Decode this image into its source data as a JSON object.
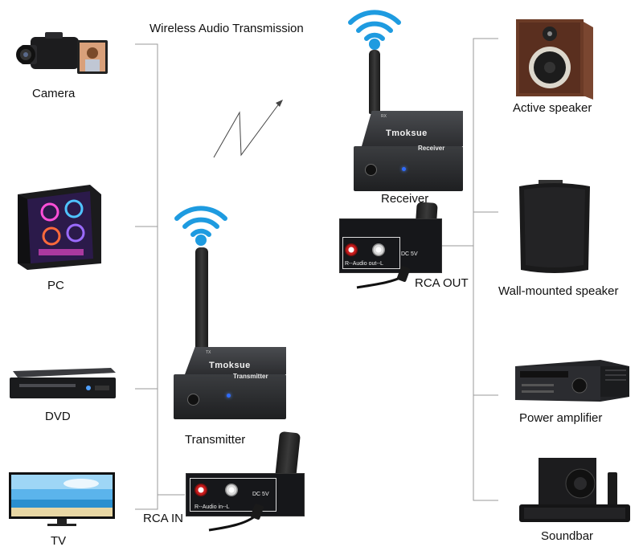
{
  "title": "Wireless Audio Transmission",
  "sources": {
    "camera": "Camera",
    "pc": "PC",
    "dvd": "DVD",
    "tv": "TV"
  },
  "outputs": {
    "active_speaker": "Active speaker",
    "wall_speaker": "Wall-mounted speaker",
    "power_amplifier": "Power amplifier",
    "soundbar": "Soundbar"
  },
  "transmitter": {
    "label": "Transmitter",
    "brand": "Tmoksue",
    "device_text": "Transmitter",
    "tag": "TX",
    "panel_port": "R--Audio in--L",
    "panel_dc": "DC 5V",
    "rca_label": "RCA IN"
  },
  "receiver": {
    "label": "Receiver",
    "brand": "Tmoksue",
    "device_text": "Receiver",
    "tag": "RX",
    "panel_port": "R--Audio out--L",
    "panel_dc": "DC 5V",
    "rca_label": "RCA OUT"
  },
  "colors": {
    "wifi_blue": "#1e9be0",
    "device_black": "#222326",
    "line_gray": "#9a9a9a",
    "led_blue": "#2f6bff"
  },
  "icons": [
    "camera-icon",
    "pc-icon",
    "dvd-player-icon",
    "tv-icon",
    "wifi-icon",
    "lightning-signal-icon",
    "active-speaker-icon",
    "wall-speaker-icon",
    "power-amplifier-icon",
    "soundbar-icon"
  ]
}
